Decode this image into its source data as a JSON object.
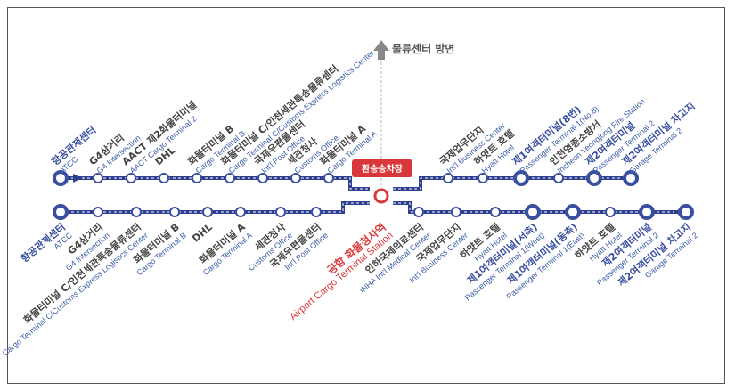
{
  "direction": {
    "label": "물류센터 방면"
  },
  "hub": {
    "label": "환승승차장",
    "color": "#d9383a"
  },
  "colors": {
    "line": "#2f3f8f",
    "stop": "#3a4fa0",
    "hub": "#d9383a"
  },
  "top_stops": [
    {
      "ko": "항공관제센터",
      "en": "ATCC",
      "type": "terminus"
    },
    {
      "ko": "G4삼거리",
      "en": "G4 Intersection",
      "type": "stop"
    },
    {
      "ko": "AACT 제2화물터미널",
      "en": "AACT Cargo Terminal 2",
      "type": "stop"
    },
    {
      "ko": "DHL",
      "en": "",
      "type": "stop"
    },
    {
      "ko": "화물터미널 B",
      "en": "Cargo Terminal B",
      "type": "stop"
    },
    {
      "ko": "화물터미널 C/인천세관특송물류센터",
      "en": "Cargo Terminal C/Customs Express Logistics Center",
      "type": "stop"
    },
    {
      "ko": "국제우편물센터",
      "en": "Int'l Post Office",
      "type": "stop"
    },
    {
      "ko": "세관청사",
      "en": "Customs Office",
      "type": "stop"
    },
    {
      "ko": "화물터미널 A",
      "en": "Cargo Terminal A",
      "type": "stop"
    },
    {
      "ko": "국제업무단지",
      "en": "Int'l Business Center",
      "type": "stop"
    },
    {
      "ko": "하얏트 호텔",
      "en": "Hyatt Hotel",
      "type": "stop"
    },
    {
      "ko": "제1여객터미널(8번)",
      "en": "Passenger Terminal 1(No.8)",
      "type": "major"
    },
    {
      "ko": "인천영종소방서",
      "en": "Incheon Yeongjong Fire Station",
      "type": "stop"
    },
    {
      "ko": "제2여객터미널",
      "en": "Passenger Terminal 2",
      "type": "major"
    },
    {
      "ko": "제2여객터미널 차고지",
      "en": "Garage Terminal 2",
      "type": "terminus"
    }
  ],
  "bottom_stops": [
    {
      "ko": "항공관제센터",
      "en": "ATCC",
      "type": "terminus"
    },
    {
      "ko": "G4삼거리",
      "en": "G4 Intersection",
      "type": "stop"
    },
    {
      "ko": "화물터미널 C/인천세관특송물류센터",
      "en": "Cargo Terminal C/Customs Express Logistics Center",
      "type": "stop"
    },
    {
      "ko": "화물터미널 B",
      "en": "Cargo Terminal B",
      "type": "stop"
    },
    {
      "ko": "DHL",
      "en": "",
      "type": "stop"
    },
    {
      "ko": "화물터미널 A",
      "en": "Cargo Terminal A",
      "type": "stop"
    },
    {
      "ko": "세관청사",
      "en": "Customs Office",
      "type": "stop"
    },
    {
      "ko": "국제우편물센터",
      "en": "Int'l Post Office",
      "type": "stop"
    },
    {
      "ko": "공항 화물청사역",
      "en": "Airport Cargo Terminal Station",
      "type": "hub"
    },
    {
      "ko": "인하국제의료센터",
      "en": "INHA Int'l Medical Center",
      "type": "stop"
    },
    {
      "ko": "국제업무단지",
      "en": "Int'l Business Center",
      "type": "stop"
    },
    {
      "ko": "하얏트 호텔",
      "en": "Hyatt Hotel",
      "type": "stop"
    },
    {
      "ko": "제1여객터미널(서측)",
      "en": "Passenger Terminal 1(West)",
      "type": "major"
    },
    {
      "ko": "제1여객터미널(동측)",
      "en": "Passenger Terminal 1(East)",
      "type": "major"
    },
    {
      "ko": "하얏트 호텔",
      "en": "Hyatt Hotel",
      "type": "stop"
    },
    {
      "ko": "제2여객터미널",
      "en": "Passenger Terminal 2",
      "type": "major"
    },
    {
      "ko": "제2여객터미널 차고지",
      "en": "Garage Terminal 2",
      "type": "terminus"
    }
  ]
}
